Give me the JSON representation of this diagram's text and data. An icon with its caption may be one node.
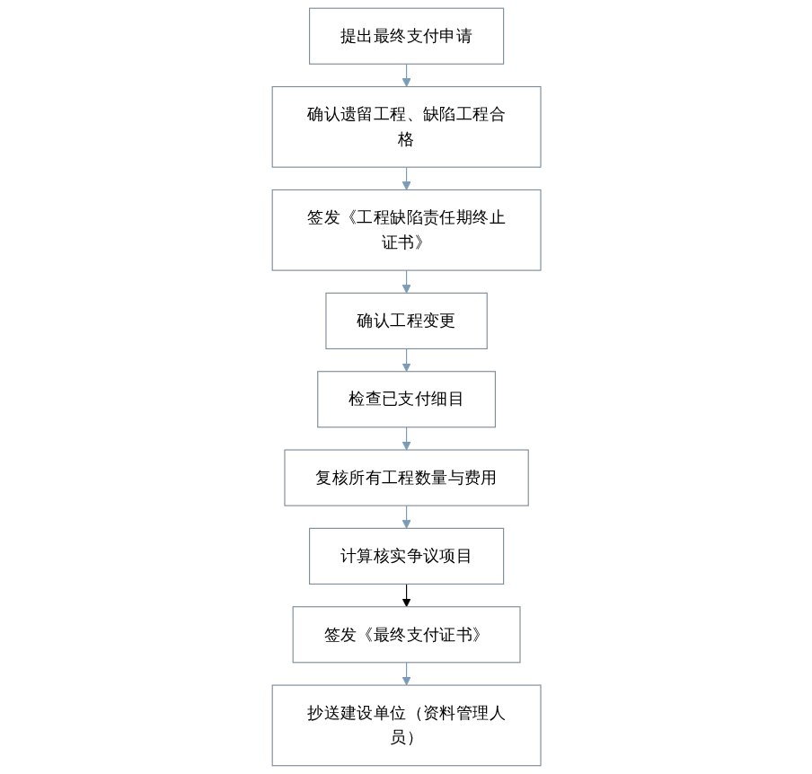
{
  "diagram": {
    "nodes": [
      {
        "text": [
          "提出最终支付申请"
        ]
      },
      {
        "text": [
          "确认遗留工程、缺陷工程合格"
        ]
      },
      {
        "text": [
          "签发《工程缺陷责任期终止证书》"
        ]
      },
      {
        "text": [
          "确认工程变更"
        ]
      },
      {
        "text": [
          "检查已支付细目"
        ]
      },
      {
        "text": [
          "复核所有工程数量与费用"
        ]
      },
      {
        "text": [
          "计算核实争议项目"
        ]
      },
      {
        "text": [
          "签发《最终支付证书》"
        ]
      },
      {
        "text": [
          "抄送建设单位（资料管理人员）"
        ]
      }
    ],
    "edges": [
      {
        "from": 0,
        "to": 1,
        "arrow": "to"
      },
      {
        "from": 1,
        "to": 2,
        "arrow": "to"
      },
      {
        "from": 2,
        "to": 3,
        "arrow": "to"
      },
      {
        "from": 3,
        "to": 4,
        "arrow": "to"
      },
      {
        "from": 4,
        "to": 5,
        "arrow": "to"
      },
      {
        "from": 5,
        "to": 6,
        "arrow": "to"
      },
      {
        "from": 6,
        "to": 7,
        "arrow": "to",
        "color": "#000000"
      },
      {
        "from": 7,
        "to": 8,
        "arrow": "to"
      }
    ]
  }
}
